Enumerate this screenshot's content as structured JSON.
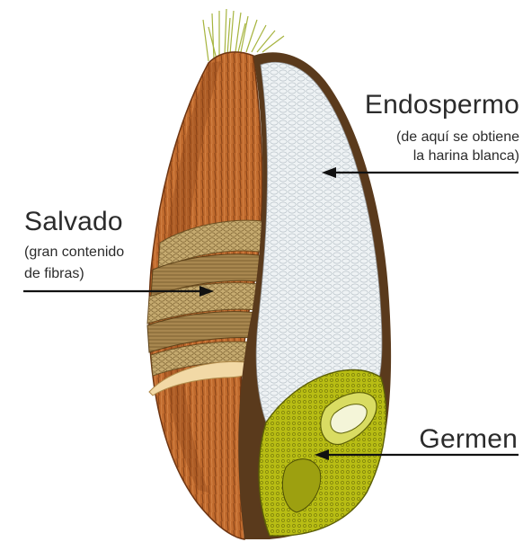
{
  "labels": {
    "endosperm": {
      "title": "Endospermo",
      "note_line1": "(de aquí se obtiene",
      "note_line2": "la harina blanca)"
    },
    "bran": {
      "title": "Salvado",
      "note_line1": "(gran contenido",
      "note_line2": "de fibras)"
    },
    "germ": {
      "title": "Germen"
    }
  },
  "colors": {
    "text": "#2b2b2b",
    "leader_line": "#111111",
    "bran_outer": "#c0692c",
    "bran_layers": "#b79a5e",
    "endosperm": "#eef2f4",
    "germ": "#b4b915",
    "beard": "#9aab3a"
  },
  "icons": {
    "grain": "wheat-kernel-cross-section"
  }
}
